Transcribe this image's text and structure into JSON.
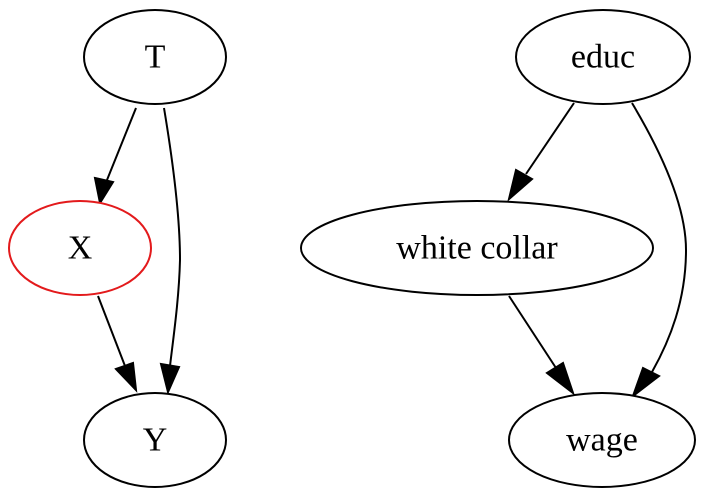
{
  "graphs": [
    {
      "nodes": [
        {
          "id": "T",
          "label": "T"
        },
        {
          "id": "X",
          "label": "X",
          "outline": "#e31a1c"
        },
        {
          "id": "Y",
          "label": "Y"
        }
      ],
      "edges": [
        {
          "from": "T",
          "to": "X"
        },
        {
          "from": "T",
          "to": "Y"
        },
        {
          "from": "X",
          "to": "Y"
        }
      ]
    },
    {
      "nodes": [
        {
          "id": "educ",
          "label": "educ"
        },
        {
          "id": "white_collar",
          "label": "white collar"
        },
        {
          "id": "wage",
          "label": "wage"
        }
      ],
      "edges": [
        {
          "from": "educ",
          "to": "white_collar"
        },
        {
          "from": "educ",
          "to": "wage"
        },
        {
          "from": "white_collar",
          "to": "wage"
        }
      ]
    }
  ],
  "colors": {
    "default_outline": "#000000",
    "highlight_outline": "#e31a1c",
    "background": "#ffffff"
  }
}
